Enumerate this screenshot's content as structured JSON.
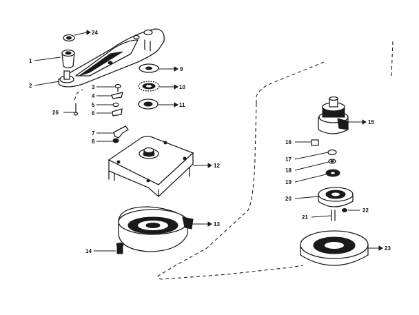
{
  "diagram": {
    "ink_color": "#1a1a1a",
    "background": "#ffffff",
    "callouts": [
      "1",
      "2",
      "3",
      "4",
      "5",
      "6",
      "7",
      "8",
      "9",
      "10",
      "11",
      "12",
      "13",
      "14",
      "15",
      "16",
      "17",
      "18",
      "19",
      "20",
      "21",
      "22",
      "23",
      "24",
      "26"
    ]
  }
}
